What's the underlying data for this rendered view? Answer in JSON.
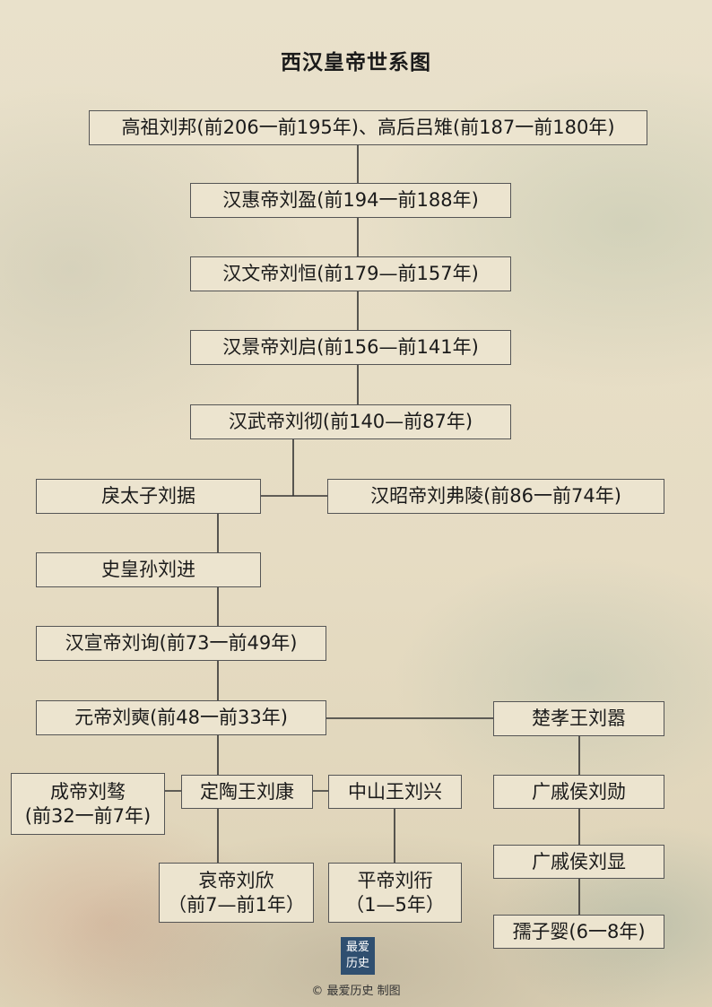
{
  "title": "西汉皇帝世系图",
  "nodes": {
    "gaozu": "高祖刘邦(前206一前195年)、高后吕雉(前187一前180年)",
    "huidi": "汉惠帝刘盈(前194一前188年)",
    "wendi": "汉文帝刘恒(前179—前157年)",
    "jingdi": "汉景帝刘启(前156—前141年)",
    "wudi": "汉武帝刘彻(前140—前87年)",
    "litaizi": "戾太子刘据",
    "zhaodi": "汉昭帝刘弗陵(前86一前74年)",
    "shihuangsun": "史皇孙刘进",
    "xuandi": "汉宣帝刘询(前73一前49年)",
    "yuandi": "元帝刘奭(前48一前33年)",
    "chuxiaowang": "楚孝王刘嚣",
    "chengdi_name": "成帝刘骜",
    "chengdi_years": "(前32一前7年)",
    "dingtaowang": "定陶王刘康",
    "zhongshanwang": "中山王刘兴",
    "guangqihou_xun": "广戚侯刘勋",
    "aidi_name": "哀帝刘欣",
    "aidi_years": "（前7—前1年）",
    "pingdi_name": "平帝刘衎",
    "pingdi_years": "（1—5年）",
    "guangqihou_xian": "广戚侯刘显",
    "ruziying": "孺子婴(6一8年)"
  },
  "logo_text": "最爱历史",
  "credit": "© 最爱历史 制图"
}
